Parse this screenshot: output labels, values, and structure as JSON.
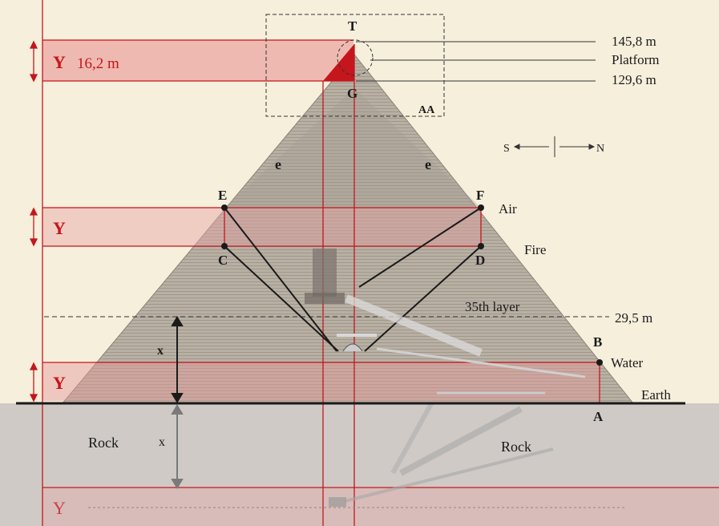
{
  "points": {
    "T": "T",
    "G": "G",
    "AA": "AA",
    "E": "E",
    "F": "F",
    "C": "C",
    "D": "D",
    "B": "B",
    "A": "A"
  },
  "edges": {
    "e_left": "e",
    "e_right": "e"
  },
  "heights": {
    "top": "145,8 m",
    "platform": "Platform",
    "platform_base": "129,6 m",
    "layer_height": "29,5 m"
  },
  "elements": {
    "air": "Air",
    "fire": "Fire",
    "water": "Water",
    "earth": "Earth"
  },
  "layer_label": "35th layer",
  "rock_left": "Rock",
  "rock_right": "Rock",
  "y_labels": {
    "y1": "Y",
    "y1_value": "16,2 m",
    "y2": "Y",
    "y3": "Y",
    "y4": "Y"
  },
  "x_labels": {
    "x1": "x",
    "x2": "x"
  },
  "compass": {
    "south": "S",
    "north": "N"
  },
  "colors": {
    "background": "#f6efdc",
    "red": "#c4161c",
    "pyramid": "#bdb4a8",
    "rock": "#cfcac5",
    "line": "#1a1a1a"
  }
}
